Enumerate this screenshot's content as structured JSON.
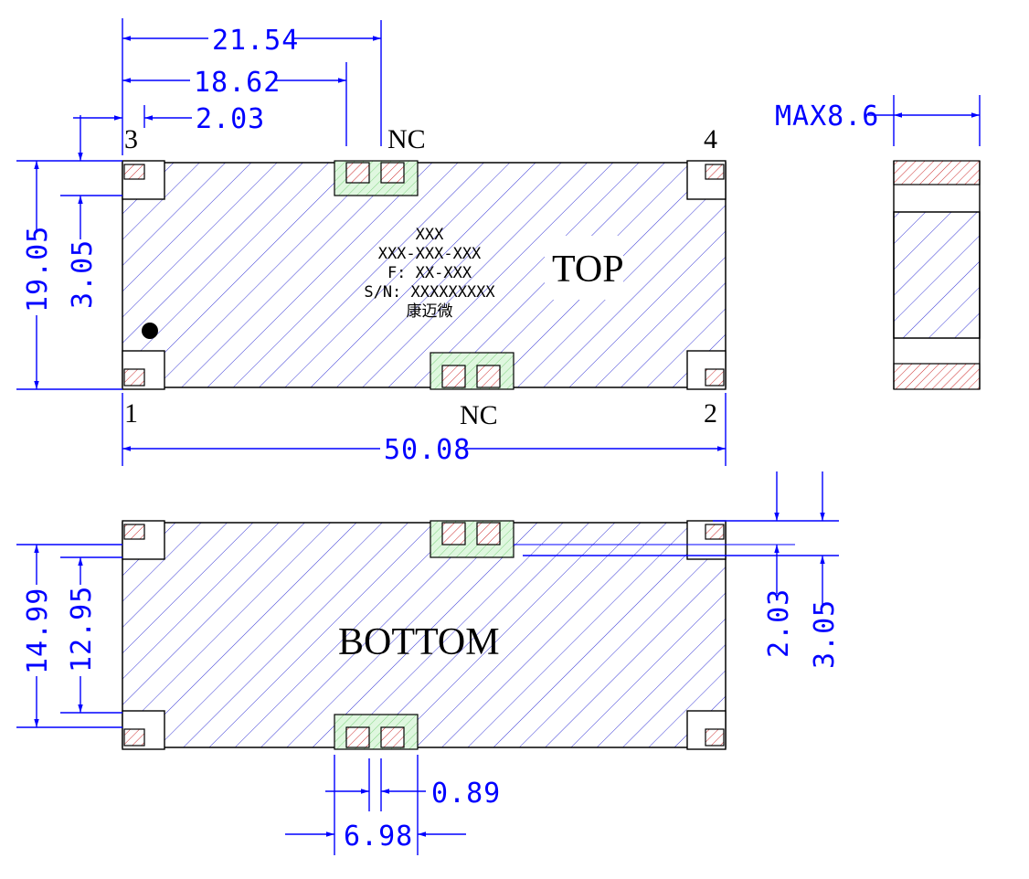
{
  "top_view": {
    "label": "TOP",
    "marking": [
      "XXX",
      "XXX-XXX-XXX",
      "F: XX-XXX",
      "S/N: XXXXXXXXX",
      "康迈微"
    ],
    "pins": {
      "p1": "1",
      "p2": "2",
      "p3": "3",
      "p4": "4"
    },
    "nc_top": "NC",
    "nc_bottom": "NC"
  },
  "bottom_view": {
    "label": "BOTTOM"
  },
  "dimensions": {
    "d_21_54": "21.54",
    "d_18_62": "18.62",
    "d_2_03_top": "2.03",
    "d_19_05": "19.05",
    "d_3_05_left": "3.05",
    "d_50_08": "50.08",
    "max_height": "MAX8.6",
    "d_14_99": "14.99",
    "d_12_95": "12.95",
    "d_2_03_right": "2.03",
    "d_3_05_right": "3.05",
    "d_0_89": "0.89",
    "d_6_98": "6.98"
  },
  "colors": {
    "dimension": "#0000ff",
    "outline": "#000000",
    "hatch_body": "#3b3bd6",
    "pad_red": "#cc2b2b",
    "pad_green": "#9de49d"
  }
}
